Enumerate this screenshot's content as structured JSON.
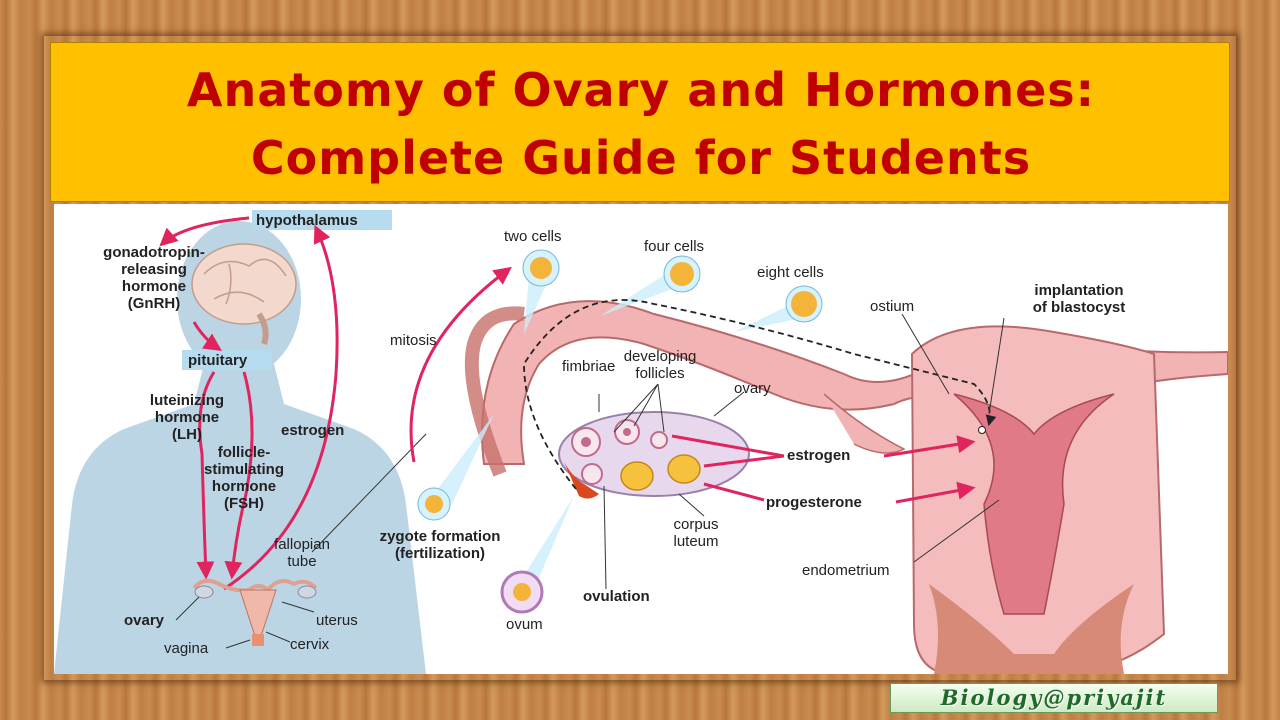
{
  "title": {
    "line1": "Anatomy of Ovary and Hormones:",
    "line2": "Complete Guide for Students"
  },
  "labels": {
    "hypothalamus": "hypothalamus",
    "gnrh1": "gonadotropin-",
    "gnrh2": "releasing",
    "gnrh3": "hormone",
    "gnrh4": "(GnRH)",
    "pituitary": "pituitary",
    "lh1": "luteinizing",
    "lh2": "hormone",
    "lh3": "(LH)",
    "fsh1": "follicle-",
    "fsh2": "stimulating",
    "fsh3": "hormone",
    "fsh4": "(FSH)",
    "estrogen_left": "estrogen",
    "fallopian1": "fallopian",
    "fallopian2": "tube",
    "ovary_left": "ovary",
    "uterus": "uterus",
    "vagina": "vagina",
    "cervix": "cervix",
    "two_cells": "two cells",
    "four_cells": "four cells",
    "eight_cells": "eight cells",
    "mitosis": "mitosis",
    "fimbriae": "fimbriae",
    "developing1": "developing",
    "developing2": "follicles",
    "ovary_right": "ovary",
    "zygote1": "zygote formation",
    "zygote2": "(fertilization)",
    "ovum": "ovum",
    "ovulation": "ovulation",
    "corpus1": "corpus",
    "corpus2": "luteum",
    "estrogen_right": "estrogen",
    "progesterone": "progesterone",
    "ostium": "ostium",
    "implant1": "implantation",
    "implant2": "of blastocyst",
    "endometrium": "endometrium"
  },
  "watermark": "Biology@priyajit",
  "colors": {
    "title_band": "#ffc000",
    "title_text": "#c00000",
    "hormone_arrow": "#e0245e",
    "body_silhouette": "#b9d3e3",
    "tissue": "#e8a0a0"
  }
}
